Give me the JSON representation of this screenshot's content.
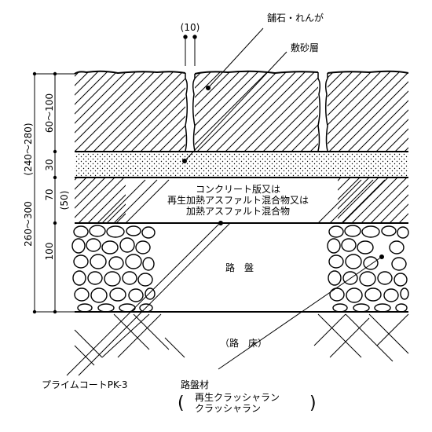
{
  "labels": {
    "joint_width": "(10)",
    "paving_stone": "舗石・れんが",
    "sand_bed": "敷砂層",
    "concrete_l1": "コンクリート版又は",
    "concrete_l2": "再生加熱アスファルト混合物又は",
    "concrete_l3": "加熱アスファルト混合物",
    "roadbed": "路　盤",
    "subgrade": "（路　床）",
    "prime_coat": "プライムコートPK-3",
    "base_material": "路盤材",
    "paren_open": "(",
    "paren_close": ")",
    "recycled_crusher_run": "再生クラッシャラン",
    "crusher_run": "クラッシャラン"
  },
  "dimensions": {
    "paving_thickness": "60～100",
    "sand_thickness": "30",
    "concrete_thickness": "70",
    "concrete_alt_thickness": "(50)",
    "base_thickness": "100",
    "total_outer": "260～300",
    "total_outer_alt": "(240～280)"
  }
}
